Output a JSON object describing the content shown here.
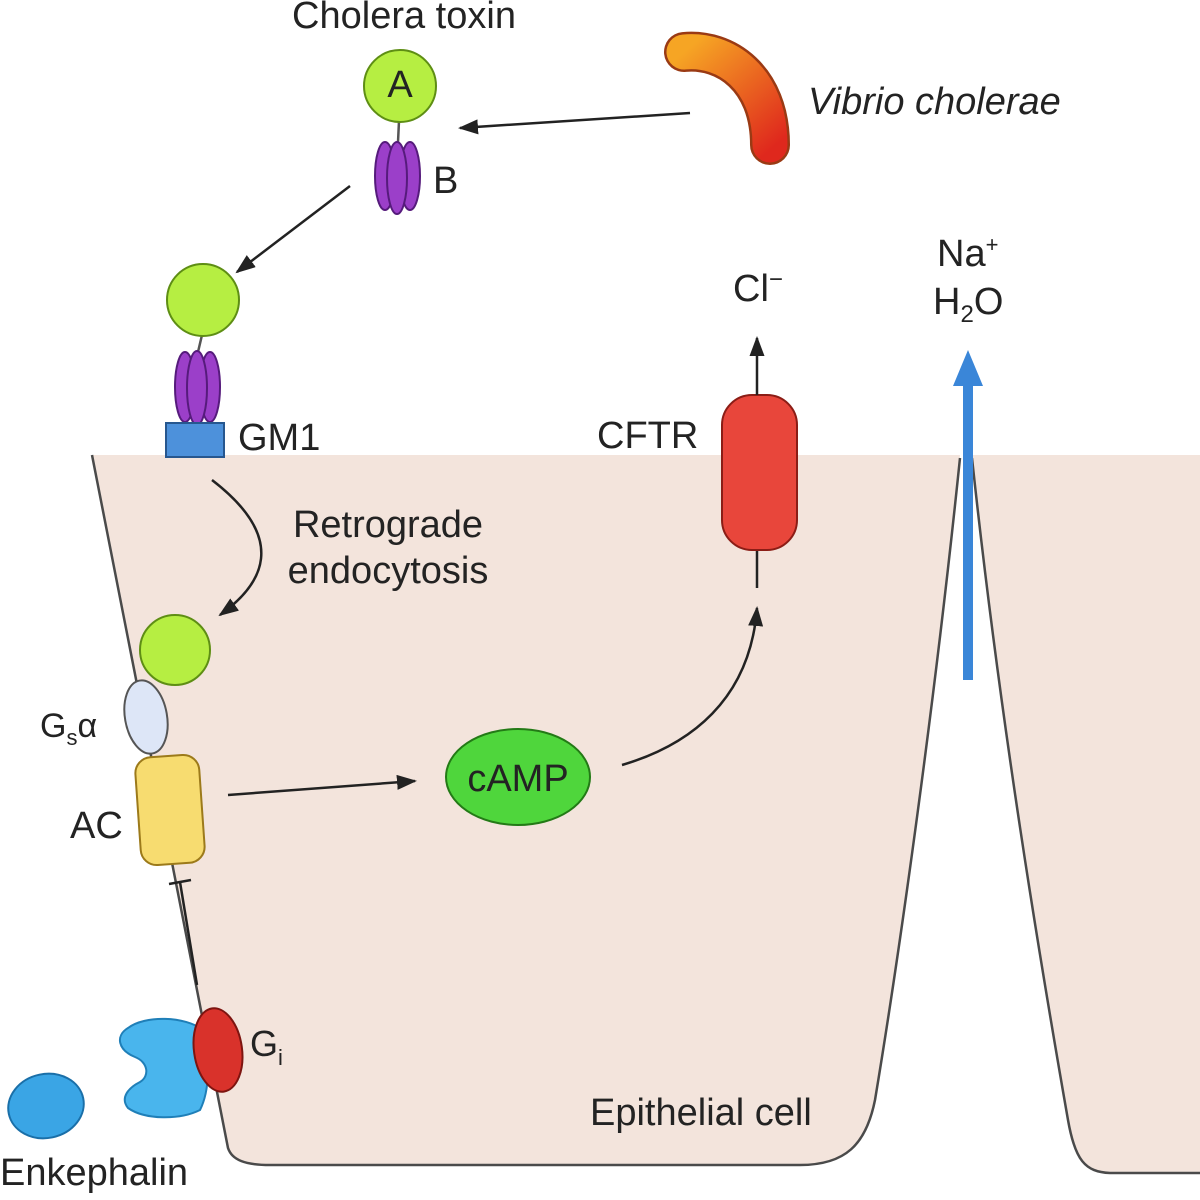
{
  "labels": {
    "cholera_toxin": "Cholera toxin",
    "subunit_a": "A",
    "subunit_b": "B",
    "vibrio_cholerae": "Vibrio cholerae",
    "gm1": "GM1",
    "retrograde": "Retrograde",
    "endocytosis": "endocytosis",
    "cftr": "CFTR",
    "chloride": {
      "symbol": "Cl",
      "charge": "−"
    },
    "sodium": {
      "symbol": "Na",
      "charge": "+"
    },
    "water": {
      "h": "H",
      "subscript": "2",
      "o": "O"
    },
    "gs_alpha": {
      "g": "G",
      "subscript": "s",
      "alpha": "α"
    },
    "ac": "AC",
    "camp": "cAMP",
    "gi": {
      "g": "G",
      "subscript": "i"
    },
    "epithelial_cell": "Epithelial cell",
    "enkephalin": "Enkephalin"
  },
  "colors": {
    "cell": "#f3e4dc",
    "toxin_a": "#b6ee42",
    "toxin_b": "#9b3fc9",
    "gm1": "#4d91db",
    "gs_alpha": "#dde6f7",
    "ac": "#f7dc70",
    "camp": "#4fd63c",
    "cftr": "#e8463b",
    "gi": "#d9322b",
    "receptor": "#49b5ed",
    "enkephalin": "#3aa5e5",
    "water_flow": "#3a86d8",
    "vibrio_start": "#f6a524",
    "vibrio_end": "#df281d"
  }
}
